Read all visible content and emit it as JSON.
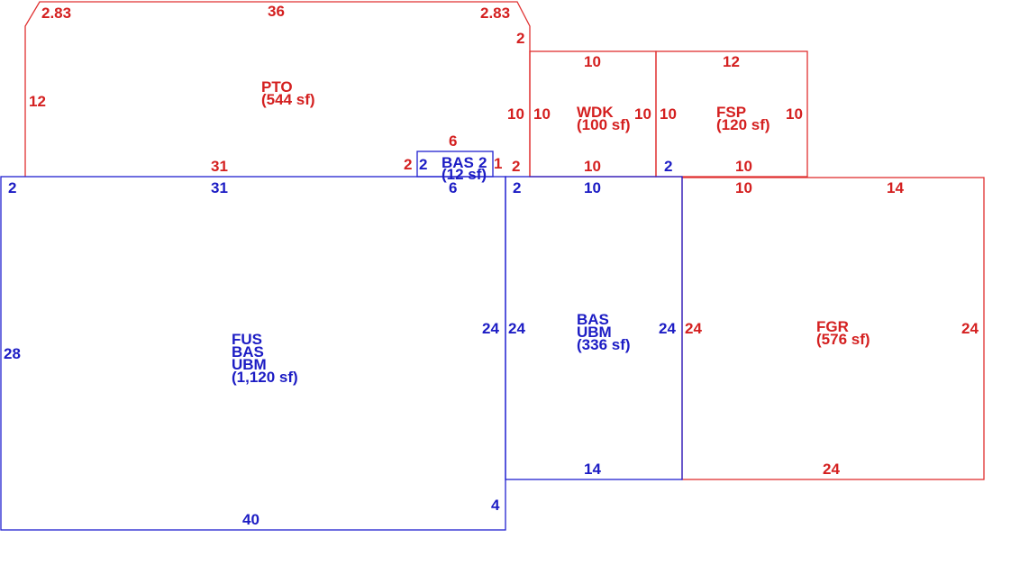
{
  "colors": {
    "red": "#d42020",
    "blue": "#1c1cc4"
  },
  "areas": {
    "pto": {
      "code": "PTO",
      "area": "(544 sf)"
    },
    "wdk": {
      "code": "WDK",
      "area": "(100 sf)"
    },
    "fsp": {
      "code": "FSP",
      "area": "(120 sf)"
    },
    "bas_small": {
      "code": "BAS",
      "area": "(12 sf)"
    },
    "main": {
      "codes": [
        "FUS",
        "BAS",
        "UBM"
      ],
      "area": "(1,120 sf)"
    },
    "mid": {
      "codes": [
        "BAS",
        "UBM"
      ],
      "area": "(336 sf)"
    },
    "fgr": {
      "code": "FGR",
      "area": "(576 sf)"
    }
  },
  "dims": {
    "pto_top": "36",
    "pto_corner_l": "2.83",
    "pto_corner_r": "2.83",
    "pto_left": "12",
    "pto_right_2": "2",
    "pto_bottom": "31",
    "pto_bottom_2a": "2",
    "pto_bottom_2b": "2",
    "bas6_top": "6",
    "bas6_bottom": "6",
    "bas2_left": "2",
    "bas2_right": "2",
    "bas_marker": "1",
    "wdk_top": "10",
    "wdk_left_outer": "10",
    "wdk_left_inner": "10",
    "wdk_right_inner": "10",
    "wdk_bottom": "10",
    "fsp_top": "12",
    "fsp_left": "10",
    "fsp_right": "10",
    "fsp_bottom": "10",
    "fsp_2": "2",
    "main_top": "31",
    "main_top_2": "2",
    "main_left": "28",
    "main_right": "24",
    "main_bottom": "40",
    "main_4": "4",
    "mid_top": "10",
    "mid_top_2": "2",
    "mid_left": "24",
    "mid_right": "24",
    "mid_bottom": "14",
    "fgr_top_10": "10",
    "fgr_top_14": "14",
    "fgr_left": "24",
    "fgr_right": "24",
    "fgr_bottom": "24"
  }
}
